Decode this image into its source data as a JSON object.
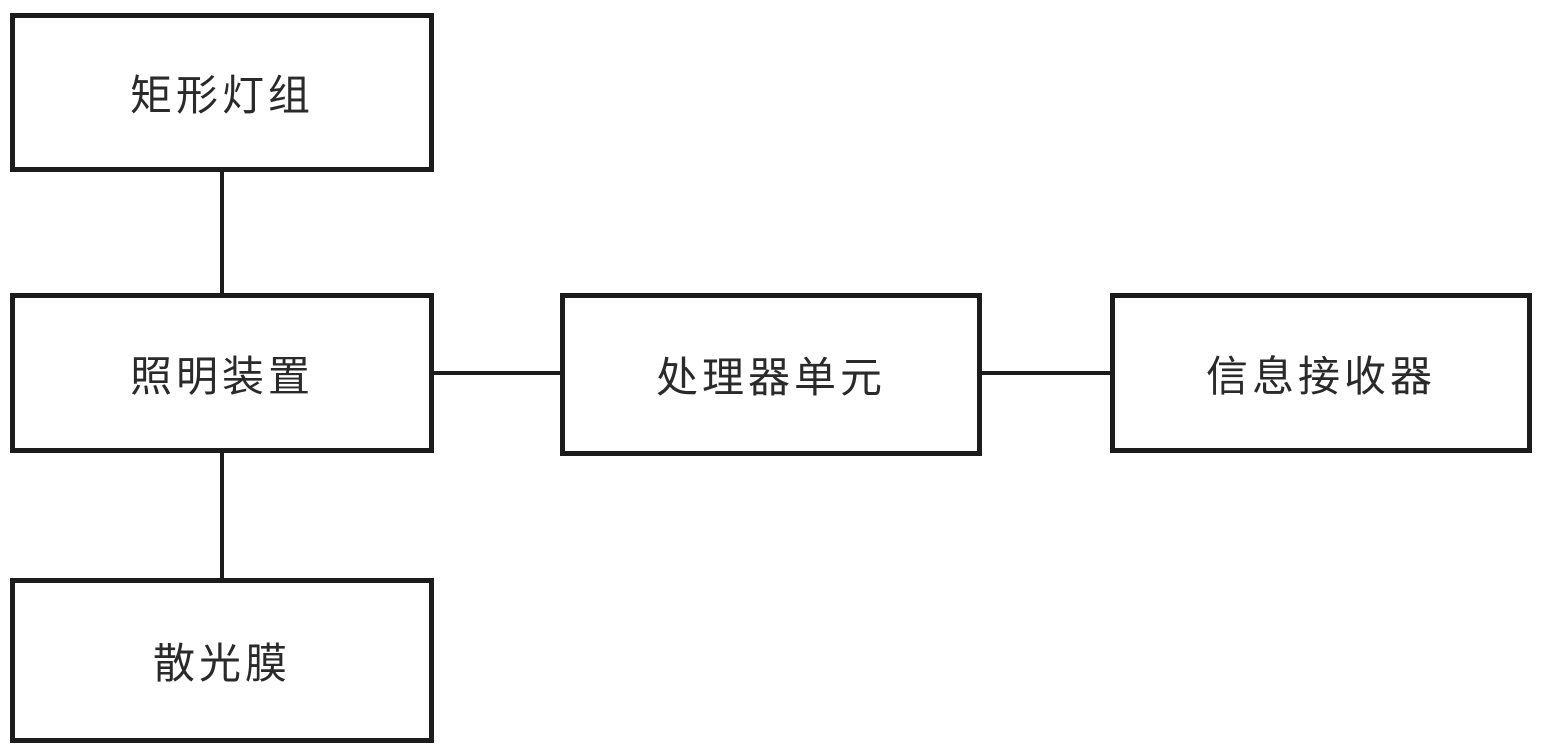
{
  "diagram": {
    "boxes": {
      "rect_lamp_group": {
        "label": "矩形灯组"
      },
      "lighting_device": {
        "label": "照明装置"
      },
      "diffusion_film": {
        "label": "散光膜"
      },
      "processor_unit": {
        "label": "处理器单元"
      },
      "info_receiver": {
        "label": "信息接收器"
      }
    },
    "connections": [
      {
        "from": "rect_lamp_group",
        "to": "lighting_device",
        "orientation": "vertical"
      },
      {
        "from": "lighting_device",
        "to": "diffusion_film",
        "orientation": "vertical"
      },
      {
        "from": "lighting_device",
        "to": "processor_unit",
        "orientation": "horizontal"
      },
      {
        "from": "processor_unit",
        "to": "info_receiver",
        "orientation": "horizontal"
      }
    ],
    "colors": {
      "background": "#ffffff",
      "border": "#1c1c1c",
      "text": "#2a2a2a"
    }
  }
}
